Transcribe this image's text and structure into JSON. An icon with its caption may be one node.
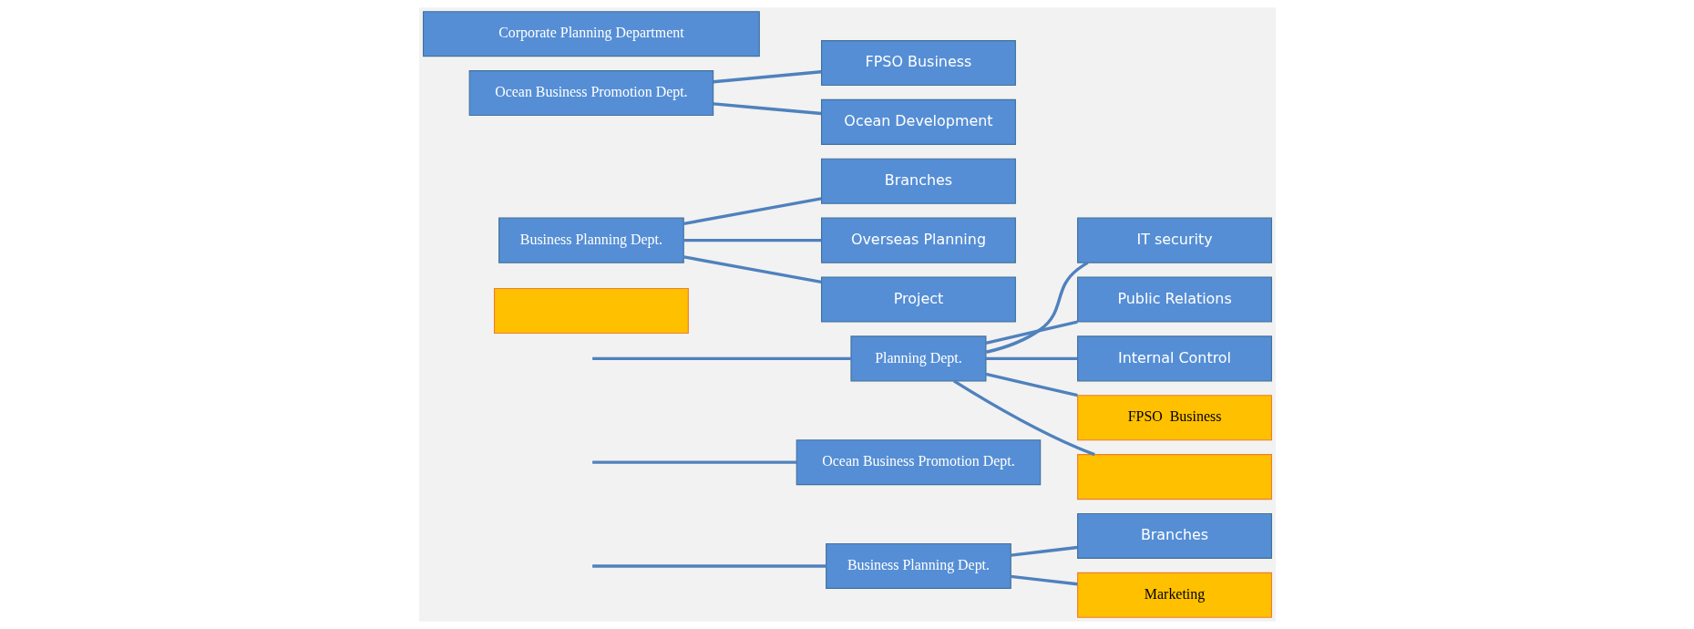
{
  "diagram": {
    "nodes": [
      {
        "text": [
          "Corporate Planning Department"
        ]
      },
      {
        "text": [
          "Ocean Business Promotion Dept."
        ]
      },
      {
        "text": [
          "Ocean Development"
        ]
      },
      {
        "text": [
          "FPSO Business"
        ]
      },
      {
        "text": [
          "Business Planning Dept."
        ]
      },
      {
        "text": [
          "Project"
        ]
      },
      {
        "text": [
          "Overseas Planning"
        ]
      },
      {
        "text": [
          "Branches"
        ]
      },
      {
        "text": [],
        "shape": "box"
      },
      {
        "text": [
          "Planning Dept."
        ]
      },
      {
        "text": [],
        "shape": "box"
      },
      {
        "text": [
          "FPSO  Business"
        ]
      },
      {
        "text": [
          "Internal Control"
        ]
      },
      {
        "text": [
          "Public Relations"
        ]
      },
      {
        "text": [
          "IT security"
        ]
      },
      {
        "text": [
          "Ocean Business Promotion Dept."
        ]
      },
      {
        "text": [
          "Business Planning Dept."
        ]
      },
      {
        "text": [
          "Marketing"
        ]
      },
      {
        "text": [
          "Branches"
        ]
      }
    ],
    "edges": [
      {
        "from": 1,
        "to": 2,
        "arrow": "none"
      },
      {
        "from": 1,
        "to": 3,
        "arrow": "none"
      },
      {
        "from": 4,
        "to": 5,
        "arrow": "none"
      },
      {
        "from": 4,
        "to": 6,
        "arrow": "none"
      },
      {
        "from": 4,
        "to": 7,
        "arrow": "none"
      },
      {
        "from": null,
        "to": 9,
        "arrow": "none"
      },
      {
        "from": null,
        "to": 15,
        "arrow": "none"
      },
      {
        "from": null,
        "to": 16,
        "arrow": "none"
      },
      {
        "from": 9,
        "to": 10,
        "arrow": "none"
      },
      {
        "from": 9,
        "to": 11,
        "arrow": "none"
      },
      {
        "from": 9,
        "to": 12,
        "arrow": "none"
      },
      {
        "from": 9,
        "to": 13,
        "arrow": "none"
      },
      {
        "from": 9,
        "to": 14,
        "arrow": "none"
      },
      {
        "from": 16,
        "to": 17,
        "arrow": "none"
      },
      {
        "from": 16,
        "to": 18,
        "arrow": "none"
      }
    ]
  }
}
